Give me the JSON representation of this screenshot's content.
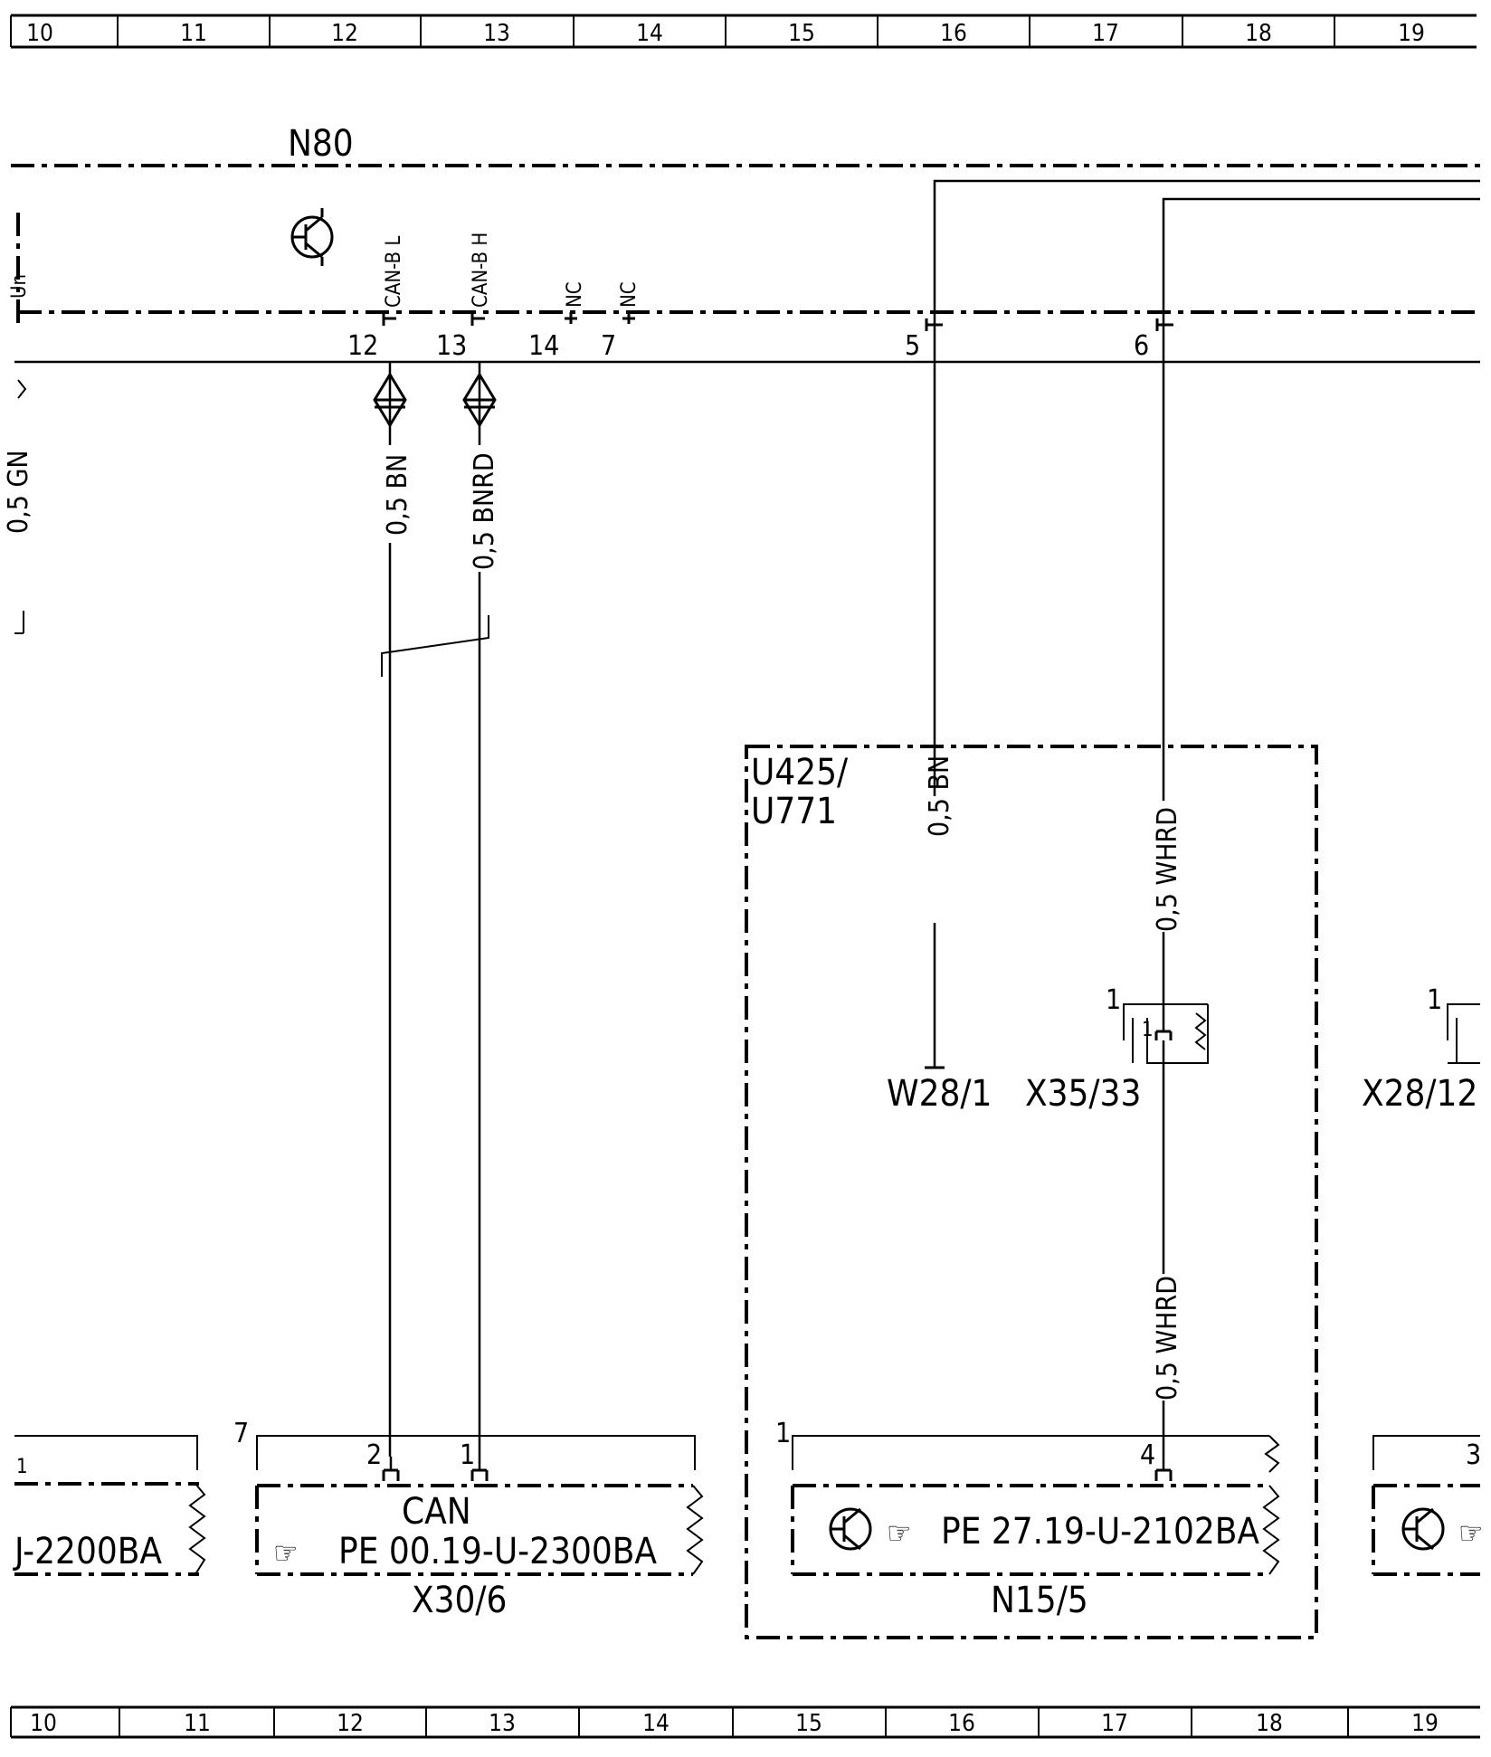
{
  "grid": {
    "columns": [
      "10",
      "11",
      "12",
      "13",
      "14",
      "15",
      "16",
      "17",
      "18",
      "19"
    ]
  },
  "components": {
    "control_unit": "N80",
    "module_box": {
      "line1": "U425/",
      "line2": "U771"
    },
    "connector_main": "X30/6",
    "connector_left_ref": "J-2200BA",
    "connector_main_title": "CAN",
    "connector_main_ref": "PE 00.19-U-2300BA",
    "connector_right_ref": "PE 27.19-U-2102BA",
    "connector_right": "N15/5",
    "ground_point": "W28/1",
    "plug_connector": "X35/33",
    "plug_connector_right": "X28/12"
  },
  "signals": {
    "can_low": "CAN-B L",
    "can_high": "CAN-B H",
    "nc": "NC"
  },
  "pins": {
    "p12": "12",
    "p13": "13",
    "p14": "14",
    "p7": "7",
    "p5": "5",
    "p6": "6",
    "x30_pin2": "2",
    "x30_pin1": "1",
    "x30_pin7": "7",
    "n15_pin1": "1",
    "n15_pin4": "4",
    "x35_pin1_outer": "1",
    "x35_pin1_inner": "1",
    "x28_pin1": "1",
    "right_pin3": "3",
    "left_stub": "1"
  },
  "wires": {
    "w1": "0,5 BN",
    "w2": "0,5 BNRD",
    "w3": "0,5 BN",
    "w4": "0,5 WHRD",
    "w5": "0,5 WHRD"
  },
  "left_edge": {
    "fragment1": "Un ·",
    "fragment2": "0,5 GN"
  }
}
